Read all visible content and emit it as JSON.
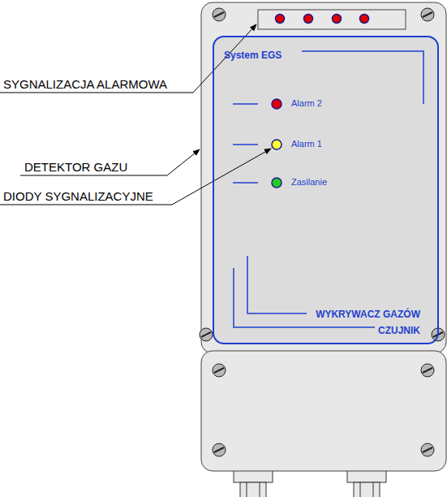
{
  "diagram": {
    "nodes": [
      {
        "text": [
          "System EGS",
          "WYKRYWACZ GAZÓW",
          "CZUJNIK"
        ]
      }
    ],
    "labels": [
      "SYGNALIZACJA ALARMOWA",
      "DETEKTOR GAZU",
      "DIODY SYGNALIZACYJNE",
      "Alarm 2",
      "Alarm 1",
      "Zasilanie"
    ]
  }
}
